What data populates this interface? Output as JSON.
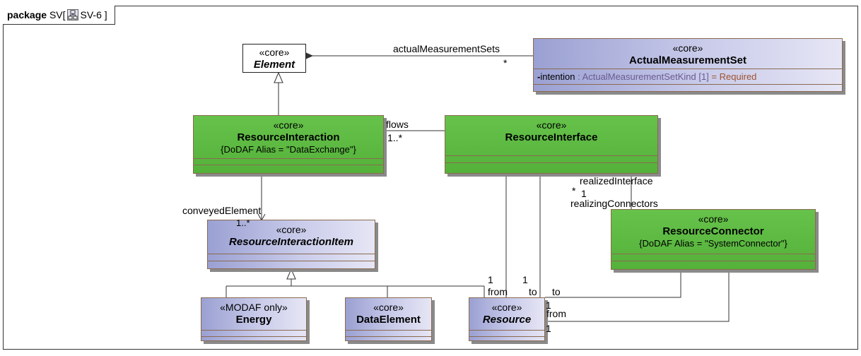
{
  "frame": {
    "keyword": "package",
    "name": "SV",
    "diagram": "SV-6"
  },
  "classes": {
    "element": {
      "stereotype": "«core»",
      "name": "Element"
    },
    "actual_measurement_set": {
      "stereotype": "«core»",
      "name": "ActualMeasurementSet",
      "attribute": {
        "visibility": "-",
        "name": "intention",
        "type": " : ActualMeasurementSetKind [1]",
        "default": " = Required"
      }
    },
    "resource_interaction": {
      "stereotype": "«core»",
      "name": "ResourceInteraction",
      "tagged": "{DoDAF Alias = \"DataExchange\"}"
    },
    "resource_interface": {
      "stereotype": "«core»",
      "name": "ResourceInterface"
    },
    "resource_interaction_item": {
      "stereotype": "«core»",
      "name": "ResourceInteractionItem"
    },
    "resource_connector": {
      "stereotype": "«core»",
      "name": "ResourceConnector",
      "tagged": "{DoDAF Alias = \"SystemConnector\"}"
    },
    "energy": {
      "stereotype": "«MODAF only»",
      "name": "Energy"
    },
    "data_element": {
      "stereotype": "«core»",
      "name": "DataElement"
    },
    "resource": {
      "stereotype": "«core»",
      "name": "Resource"
    }
  },
  "labels": {
    "actual_measurement_sets": "actualMeasurementSets",
    "star": "*",
    "flows": "flows",
    "one_to_many": "1..*",
    "realized_interface": "realizedInterface",
    "one": "1",
    "realizing_connectors": "realizingConnectors",
    "conveyed_element": "conveyedElement",
    "from": "from",
    "to": "to"
  }
}
